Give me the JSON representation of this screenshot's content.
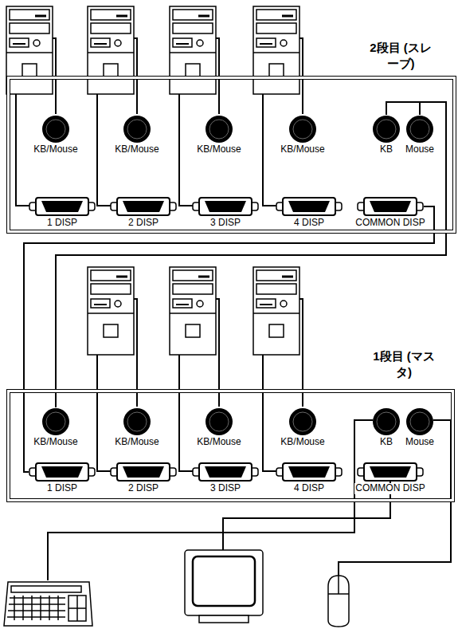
{
  "diagram": {
    "nodes": [
      {
        "text": [
          "2段目 (スレーブ)"
        ]
      },
      {
        "text": [
          "KB/Mouse"
        ],
        "in": 0
      },
      {
        "text": [
          "KB/Mouse"
        ],
        "in": 0
      },
      {
        "text": [
          "KB/Mouse"
        ],
        "in": 0
      },
      {
        "text": [
          "KB/Mouse"
        ],
        "in": 0
      },
      {
        "text": [
          "KB"
        ],
        "in": 0
      },
      {
        "text": [
          "Mouse"
        ],
        "in": 0
      },
      {
        "text": [
          "1 DISP"
        ],
        "in": 0
      },
      {
        "text": [
          "2 DISP"
        ],
        "in": 0
      },
      {
        "text": [
          "3 DISP"
        ],
        "in": 0
      },
      {
        "text": [
          "4 DISP"
        ],
        "in": 0
      },
      {
        "text": [
          "COMMON DISP"
        ],
        "in": 0
      },
      {
        "text": [
          "1段目 (マスタ)"
        ]
      },
      {
        "text": [
          "KB/Mouse"
        ],
        "in": 12
      },
      {
        "text": [
          "KB/Mouse"
        ],
        "in": 12
      },
      {
        "text": [
          "KB/Mouse"
        ],
        "in": 12
      },
      {
        "text": [
          "KB/Mouse"
        ],
        "in": 12
      },
      {
        "text": [
          "KB"
        ],
        "in": 12
      },
      {
        "text": [
          "Mouse"
        ],
        "in": 12
      },
      {
        "text": [
          "1 DISP"
        ],
        "in": 12
      },
      {
        "text": [
          "2 DISP"
        ],
        "in": 12
      },
      {
        "text": [
          "3 DISP"
        ],
        "in": 12
      },
      {
        "text": [
          "4 DISP"
        ],
        "in": 12
      },
      {
        "text": [
          "COMMON DISP"
        ],
        "in": 12
      }
    ],
    "edges": [
      {
        "from": 5,
        "to": 13,
        "arrow": "none"
      },
      {
        "from": 6,
        "to": 13,
        "arrow": "none"
      },
      {
        "from": 11,
        "to": 19,
        "arrow": "none"
      }
    ]
  }
}
